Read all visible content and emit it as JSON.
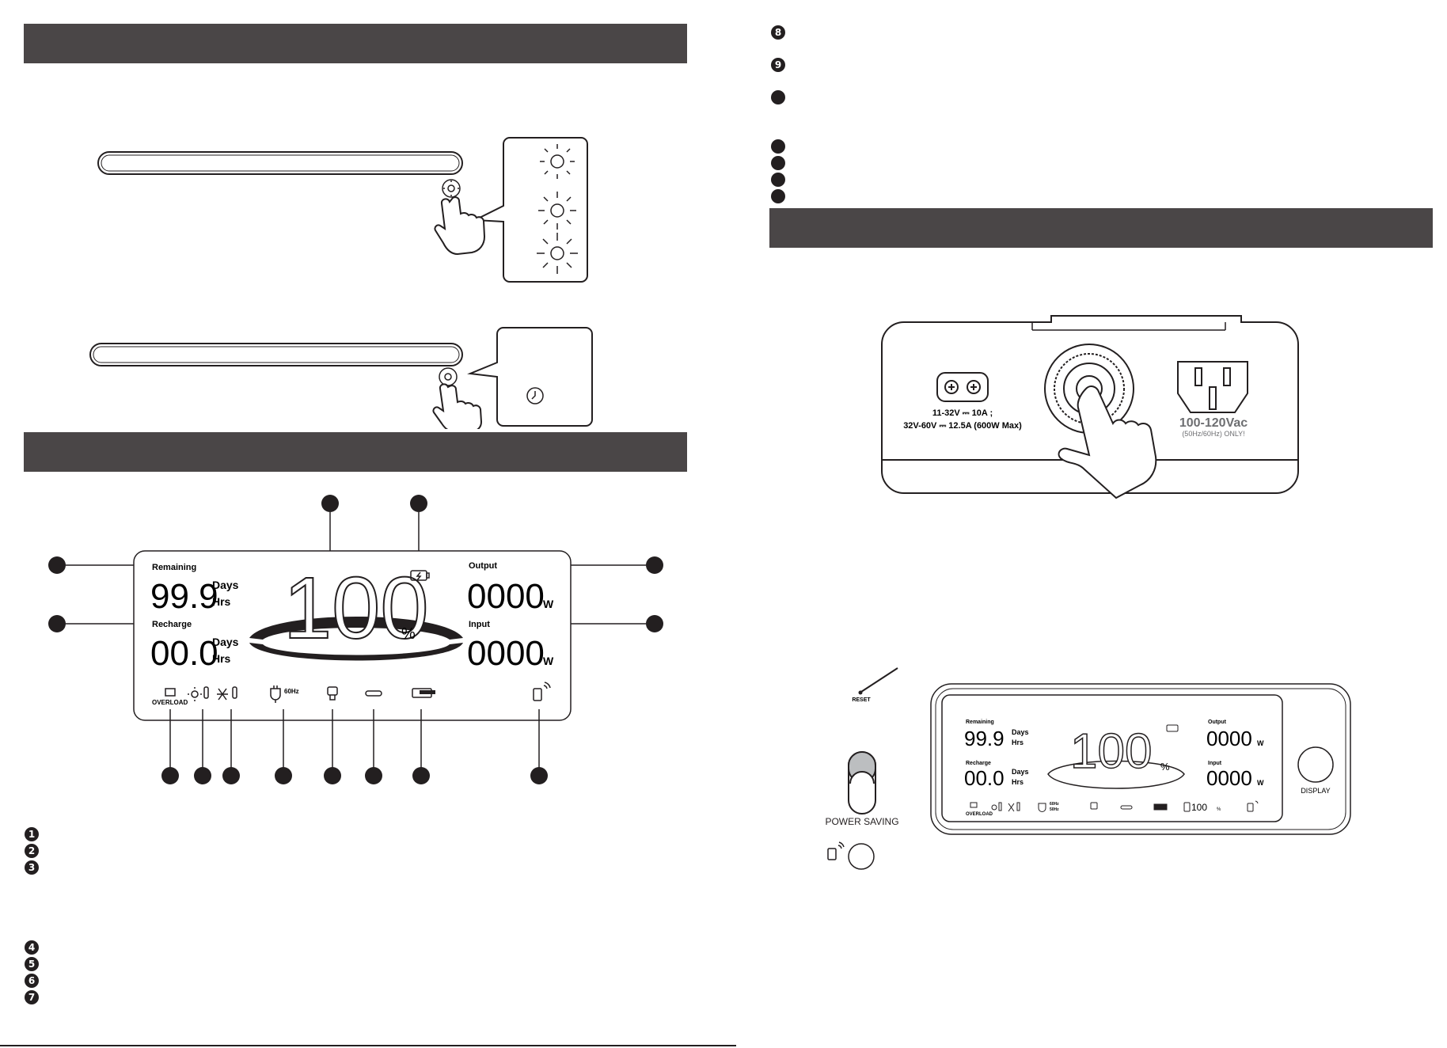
{
  "lcd": {
    "remaining_label": "Remaining",
    "remaining_value": "99.9",
    "remaining_days": "Days",
    "remaining_hrs": "Hrs",
    "recharge_label": "Recharge",
    "recharge_value": "00.0",
    "recharge_days": "Days",
    "recharge_hrs": "Hrs",
    "percent_value": "100",
    "percent_sign": "%",
    "output_label": "Output",
    "output_value": "0000",
    "output_unit": "W",
    "input_label": "Input",
    "input_value": "0000",
    "input_unit": "W",
    "overload_label": "OVERLOAD",
    "freq_label": "60Hz"
  },
  "left_legend": [
    "1",
    "2",
    "3",
    "4",
    "5",
    "6",
    "7"
  ],
  "right_legend": [
    "8",
    "9"
  ],
  "panel": {
    "dc_rating_line1": "11-32V ⎓ 10A ;",
    "dc_rating_line2": "32V-60V ⎓ 12.5A (600W Max)",
    "ac_rating": "100-120Vac",
    "ac_note": "(50Hz/60Hz) ONLY!"
  },
  "front": {
    "reset_label": "RESET",
    "power_saving_label": "POWER SAVING",
    "display_label": "DISPLAY",
    "remaining_label": "Remaining",
    "remaining_value": "99.9",
    "days": "Days",
    "hrs": "Hrs",
    "recharge_label": "Recharge",
    "recharge_value": "00.0",
    "percent_value": "100",
    "percent_sign": "%",
    "output_label": "Output",
    "output_value": "0000",
    "input_label": "Input",
    "input_value": "0000",
    "unit": "W",
    "overload_label": "OVERLOAD",
    "freq_label_1": "60Hz",
    "freq_label_2": "50Hz",
    "battery_percent": "100",
    "battery_unit": "%"
  }
}
